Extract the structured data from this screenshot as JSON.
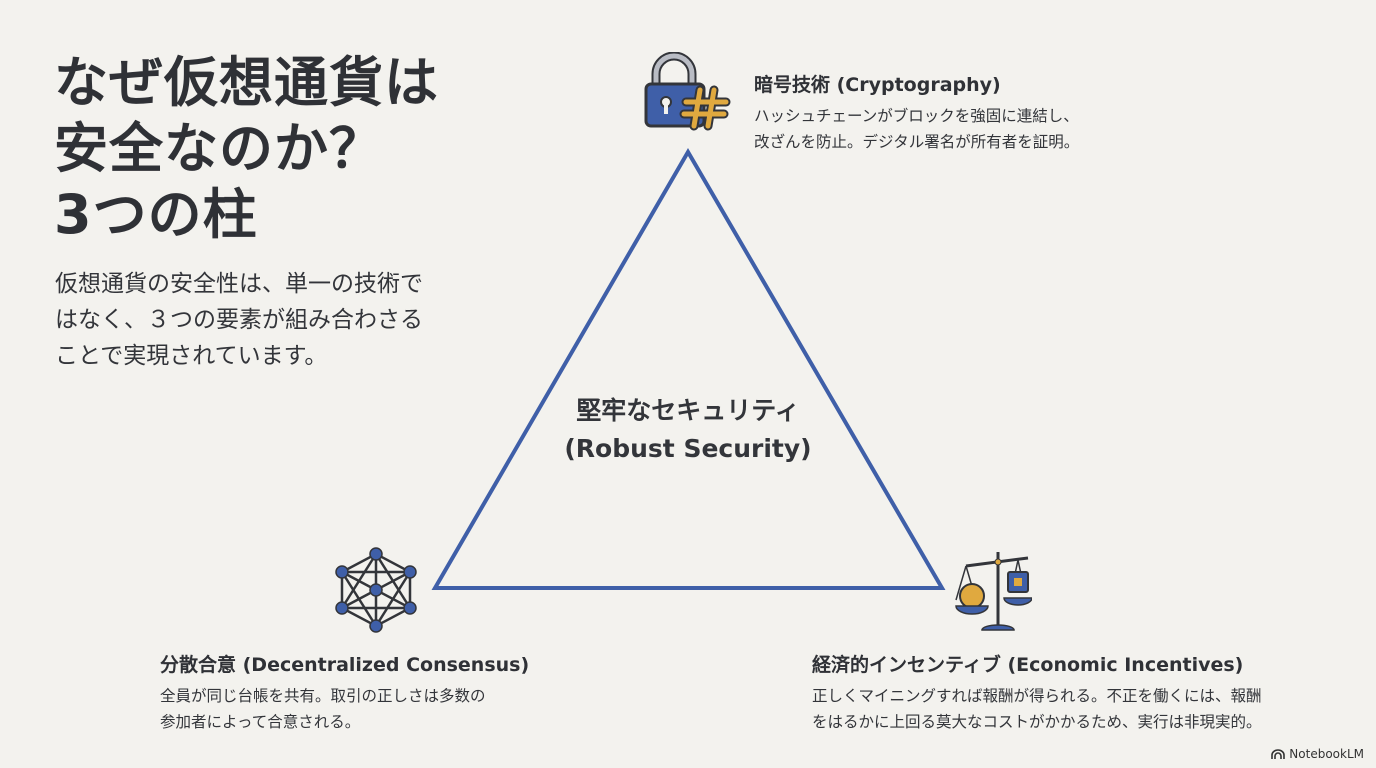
{
  "title_lines": [
    "なぜ仮想通貨は",
    "安全なのか？",
    "3つの柱"
  ],
  "subtitle_lines": [
    "仮想通貨の安全性は、単一の技術で",
    "はなく、３つの要素が組み合わさる",
    "ことで実現されています。"
  ],
  "center": {
    "line1": "堅牢なセキュリティ",
    "line2": "(Robust Security)"
  },
  "pillars": [
    {
      "icon": "lock-hash-icon",
      "heading": "暗号技術 (Cryptography)",
      "lines": [
        "ハッシュチェーンがブロックを強固に連結し、",
        "改ざんを防止。デジタル署名が所有者を証明。"
      ]
    },
    {
      "icon": "network-nodes-icon",
      "heading": "分散合意 (Decentralized Consensus)",
      "lines": [
        "全員が同じ台帳を共有。取引の正しさは多数の",
        "参加者によって合意される。"
      ]
    },
    {
      "icon": "scale-coin-chip-icon",
      "heading": "経済的インセンティブ (Economic Incentives)",
      "lines": [
        "正しくマイニングすれば報酬が得られる。不正を働くには、報酬",
        "をはるかに上回る莫大なコストがかかるため、実行は非現実的。"
      ]
    }
  ],
  "brand": "NotebookLM",
  "colors": {
    "accent_blue": "#3f5fa8",
    "accent_gold": "#e0a93f",
    "background": "#f3f2ee",
    "text": "#33353a"
  }
}
